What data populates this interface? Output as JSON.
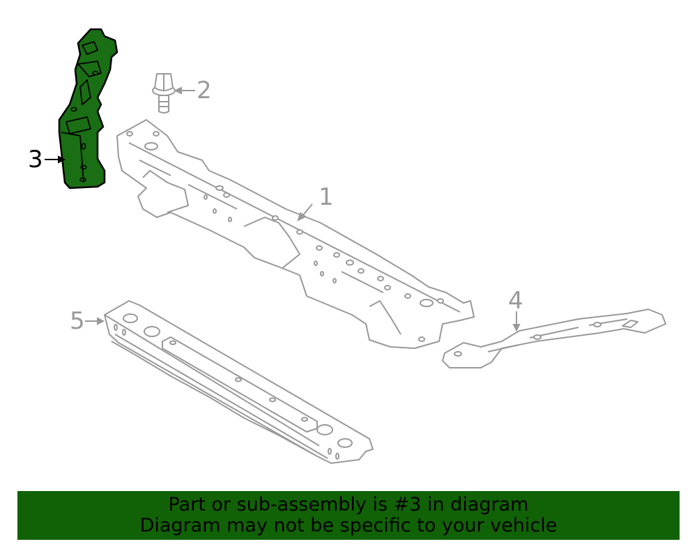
{
  "diagram": {
    "highlighted_part": "3",
    "colors": {
      "line_art": "#999999",
      "highlight_fill": "#1a6e14",
      "highlight_outline": "#000000",
      "banner_bg": "#116206",
      "banner_text": "#000000"
    },
    "callouts": [
      {
        "number": "1",
        "part": "radiator-support-tie-bar"
      },
      {
        "number": "2",
        "part": "bolt"
      },
      {
        "number": "3",
        "part": "side-bracket",
        "highlighted": true
      },
      {
        "number": "4",
        "part": "brace"
      },
      {
        "number": "5",
        "part": "lower-tie-bar"
      }
    ]
  },
  "banner": {
    "line1": "Part or sub-assembly is #3 in diagram",
    "line2": "Diagram may not be specific to your vehicle"
  }
}
